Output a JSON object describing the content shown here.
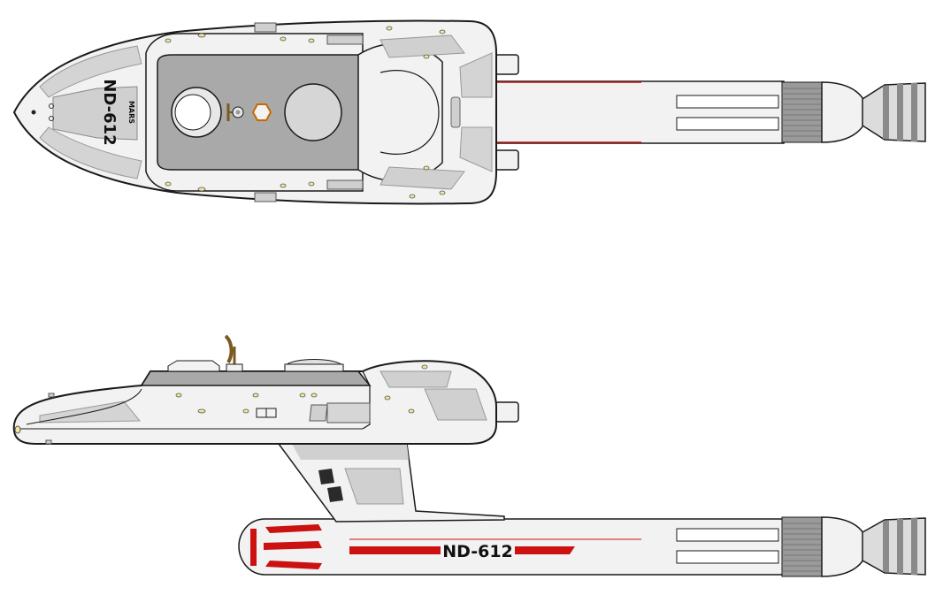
{
  "views": {
    "top": {
      "registry": "ND-612",
      "ship_name": "MARS"
    },
    "side": {
      "registry": "ND-612"
    }
  },
  "colors": {
    "hull": "#f2f2f2",
    "outline": "#1a1a1a",
    "panel": "#cfcfcf",
    "deck": "#a9a9a9",
    "stripe": "#cc1111",
    "window": "#f3e79a",
    "nacelle_band": "#9a9a9a",
    "sensor": "#c66a00"
  }
}
